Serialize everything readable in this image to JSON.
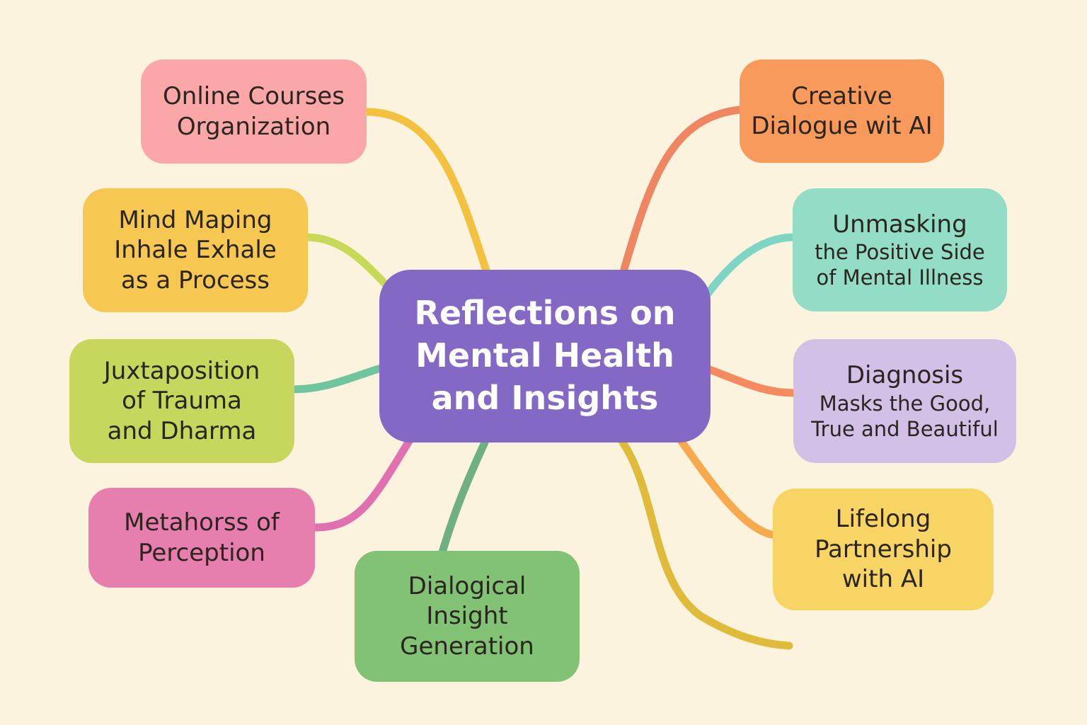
{
  "center": {
    "lines": [
      "Reflections on",
      "Mental Health",
      "and Insights"
    ],
    "color": "#8368c6"
  },
  "nodes": [
    {
      "id": "online-courses",
      "lines": [
        "Online Courses",
        "Organization"
      ],
      "color": "#fba7a8",
      "connector": "#f4c13f"
    },
    {
      "id": "mind-maping",
      "lines": [
        "Mind Maping",
        "Inhale Exhale",
        "as a Process"
      ],
      "color": "#f6c852",
      "connector": "#c8d857"
    },
    {
      "id": "juxtaposition",
      "lines": [
        "Juxtaposition",
        "of Trauma",
        "and Dharma"
      ],
      "color": "#c6d75c",
      "connector": "#6fc59e"
    },
    {
      "id": "metahorss",
      "lines": [
        "Metahorss of",
        "Perception"
      ],
      "color": "#e67fae",
      "connector": "#e070b0"
    },
    {
      "id": "dialogical",
      "lines": [
        "Dialogical",
        "Insight",
        "Generation"
      ],
      "color": "#82c274",
      "connector": "#6fb083"
    },
    {
      "id": "creative-dialogue",
      "lines": [
        "Creative",
        "Dialogue wit AI"
      ],
      "color": "#f89a5b",
      "connector": "#f08561"
    },
    {
      "id": "unmasking",
      "lines": [
        "Unmasking",
        "the Positive Side",
        "of Mental Illness"
      ],
      "color": "#93dcc6",
      "connector": "#7dd6c4"
    },
    {
      "id": "diagnosis",
      "lines": [
        "Diagnosis",
        "Masks the Good,",
        "True and Beautiful"
      ],
      "color": "#d2c0e6",
      "connector": "#f48a5e"
    },
    {
      "id": "lifelong",
      "lines": [
        "Lifelong",
        "Partnership",
        "with AI"
      ],
      "color": "#f8d465",
      "connector": "#f7a94c"
    }
  ],
  "free_branch_color": "#e0bb3a"
}
